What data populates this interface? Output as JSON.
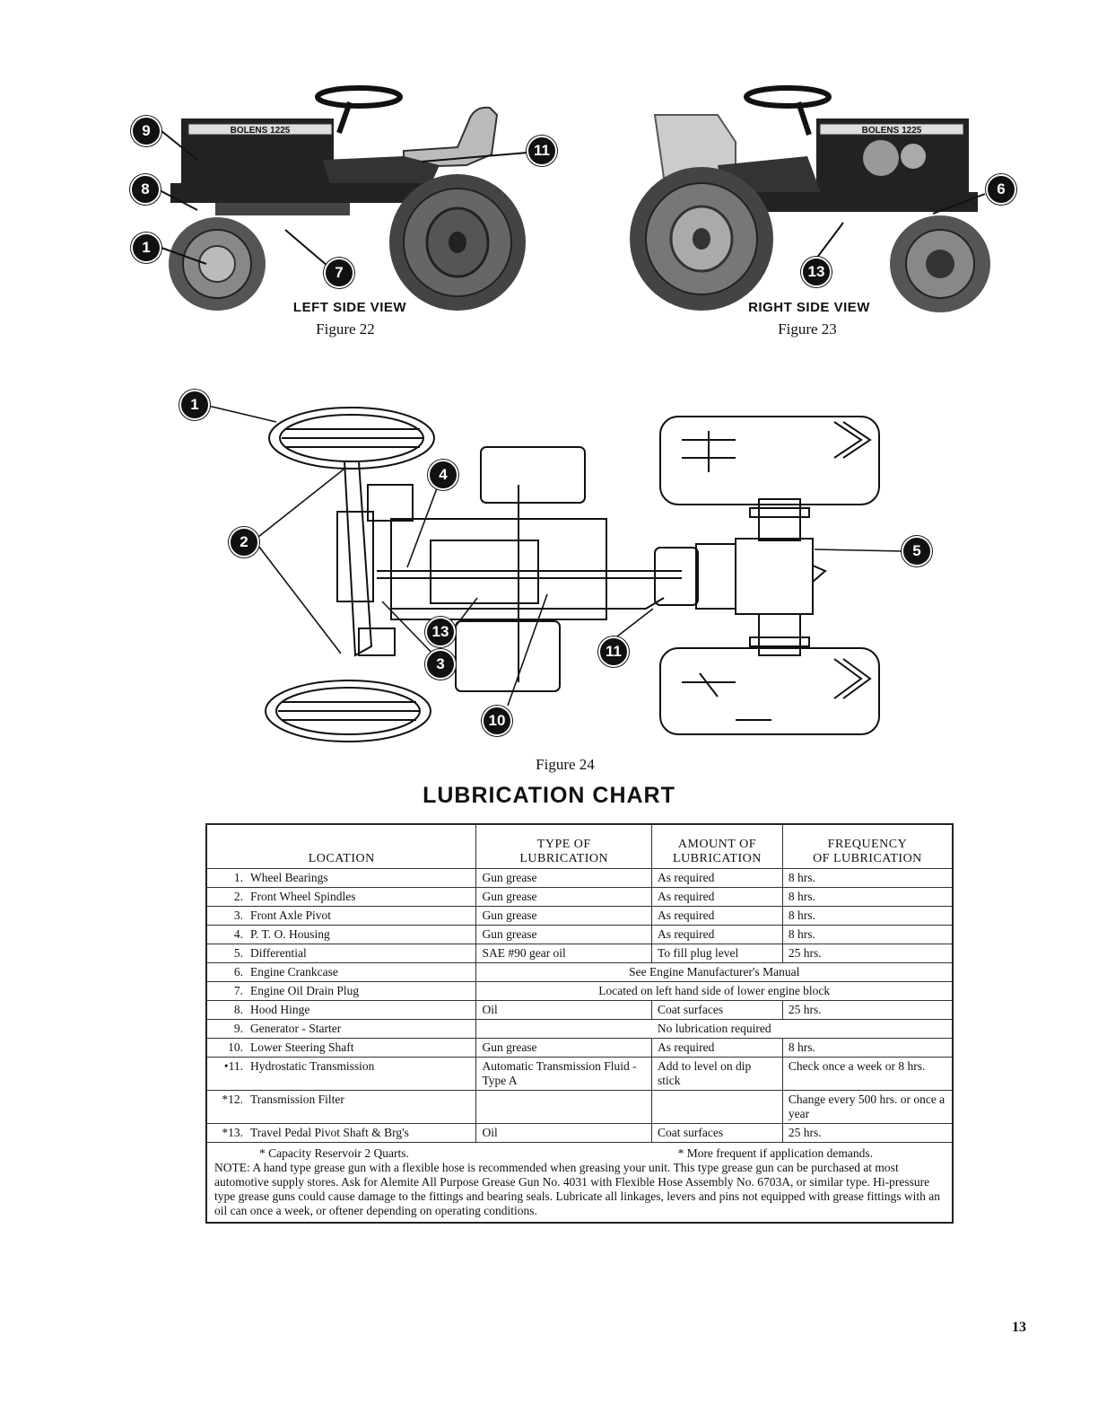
{
  "figures": {
    "fig22": {
      "view_label": "LEFT SIDE VIEW",
      "caption": "Figure 22",
      "callouts": [
        "9",
        "8",
        "1",
        "7",
        "11"
      ],
      "badge_text": "BOLENS 1225"
    },
    "fig23": {
      "view_label": "RIGHT SIDE VIEW",
      "caption": "Figure 23",
      "callouts": [
        "6",
        "13"
      ],
      "badge_text": "BOLENS 1225"
    },
    "fig24": {
      "caption": "Figure 24",
      "callouts": [
        "1",
        "2",
        "4",
        "5",
        "13",
        "3",
        "11",
        "10"
      ]
    }
  },
  "chart": {
    "title": "LUBRICATION CHART",
    "headers": {
      "location": "LOCATION",
      "type_line1": "TYPE OF",
      "type_line2": "LUBRICATION",
      "amount_line1": "AMOUNT OF",
      "amount_line2": "LUBRICATION",
      "freq_line1": "FREQUENCY",
      "freq_line2": "OF LUBRICATION"
    },
    "rows": [
      {
        "num": "1.",
        "location": "Wheel Bearings",
        "type": "Gun grease",
        "amount": "As required",
        "frequency": "8 hrs."
      },
      {
        "num": "2.",
        "location": "Front Wheel Spindles",
        "type": "Gun grease",
        "amount": "As required",
        "frequency": "8 hrs."
      },
      {
        "num": "3.",
        "location": "Front Axle Pivot",
        "type": "Gun grease",
        "amount": "As required",
        "frequency": "8 hrs."
      },
      {
        "num": "4.",
        "location": "P. T. O. Housing",
        "type": "Gun grease",
        "amount": "As required",
        "frequency": "8 hrs."
      },
      {
        "num": "5.",
        "location": "Differential",
        "type": "SAE #90 gear oil",
        "amount": "To fill plug level",
        "frequency": "25 hrs."
      },
      {
        "num": "6.",
        "location": "Engine Crankcase",
        "span": "See Engine Manufacturer's Manual"
      },
      {
        "num": "7.",
        "location": "Engine Oil Drain Plug",
        "span": "Located on left hand side of lower engine block"
      },
      {
        "num": "8.",
        "location": "Hood Hinge",
        "type": "Oil",
        "amount": "Coat surfaces",
        "frequency": "25 hrs."
      },
      {
        "num": "9.",
        "location": "Generator - Starter",
        "span": "No lubrication required"
      },
      {
        "num": "10.",
        "location": "Lower Steering Shaft",
        "type": "Gun grease",
        "amount": "As required",
        "frequency": "8 hrs."
      },
      {
        "num": "•11.",
        "location": "Hydrostatic Transmission",
        "type": "Automatic Transmission Fluid - Type A",
        "amount": "Add to level on dip stick",
        "frequency": "Check once a week or 8 hrs."
      },
      {
        "num": "*12.",
        "location": "Transmission Filter",
        "type": "",
        "amount": "",
        "frequency": "Change every 500 hrs. or once a year"
      },
      {
        "num": "*13.",
        "location": "Travel Pedal Pivot Shaft & Brg's",
        "type": "Oil",
        "amount": "Coat surfaces",
        "frequency": "25 hrs."
      }
    ],
    "footnote_capacity": "* Capacity Reservoir 2 Quarts.",
    "footnote_frequent": "* More frequent if application demands.",
    "note_label": "NOTE:",
    "note_text": "A hand type grease gun with a flexible hose is recommended when greasing your unit. This type grease gun can be purchased at most automotive supply stores. Ask for Alemite All Purpose Grease Gun No. 4031 with Flexible Hose Assembly No. 6703A, or similar type. Hi-pressure type grease guns could cause damage to the fittings and bearing seals. Lubricate all linkages, levers and pins not equipped with grease fittings with an oil can once a week, or oftener depending on operating conditions."
  },
  "page_number": "13"
}
